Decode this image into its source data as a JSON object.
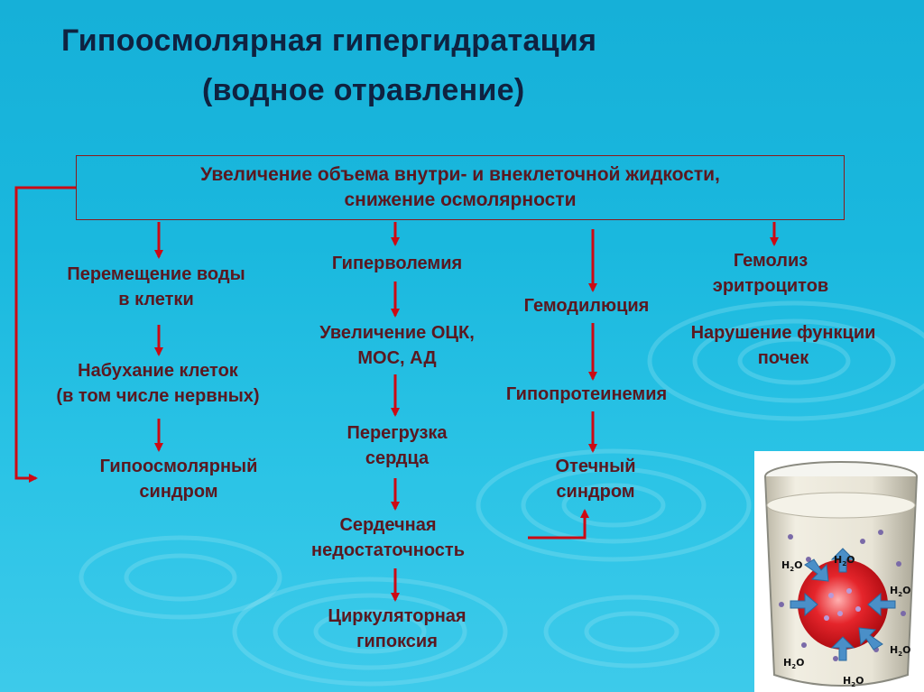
{
  "title": {
    "line1": "Гипоосмолярная гипергидратация",
    "line2": "(водное отравление)"
  },
  "main_box": {
    "line1": "Увеличение объема внутри- и внеклеточной жидкости,",
    "line2": "снижение осмолярности"
  },
  "col1": {
    "n1": "Перемещение воды\nв клетки",
    "n2": "Набухание клеток\n(в том числе нервных)",
    "n3": "Гипоосмолярный\nсиндром"
  },
  "col2": {
    "n1": "Гиперволемия",
    "n2": "Увеличение ОЦК,\nМОС, АД",
    "n3": "Перегрузка\nсердца",
    "n4": "Сердечная\nнедостаточность",
    "n5": "Циркуляторная\nгипоксия"
  },
  "col3": {
    "n1": "Гемодилюция",
    "n2": "Гипопротеинемия",
    "n3": "Отечный\nсиндром"
  },
  "col4": {
    "n1": "Гемолиз\nэритроцитов",
    "n2": "Нарушение функции\nпочек"
  },
  "illustration": {
    "molecule_label": "H2O",
    "liquid_color": "#e6e2d2",
    "cell_color": "#d8232a"
  },
  "colors": {
    "arrow": "#cc0a14",
    "title": "#0f2240",
    "node_text": "#5a1820",
    "box_border": "#8b1a1a"
  }
}
